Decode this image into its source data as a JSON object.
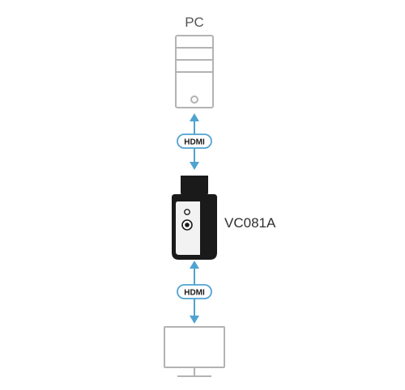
{
  "pc": {
    "label": "PC",
    "icon": "desktop-tower-icon"
  },
  "device": {
    "label": "VC081A",
    "icon": "hdmi-adapter-icon"
  },
  "monitor": {
    "icon": "monitor-icon"
  },
  "connections": [
    {
      "label": "HDMI",
      "icon": "bidirectional-arrow-icon"
    },
    {
      "label": "HDMI",
      "icon": "bidirectional-arrow-icon"
    }
  ],
  "colors": {
    "outline_gray": "#b3b3b3",
    "arrow_blue": "#4fa3d1",
    "device_black": "#1a1a1a",
    "device_gray": "#f2f2f2",
    "text_dark": "#2f2f2f"
  }
}
